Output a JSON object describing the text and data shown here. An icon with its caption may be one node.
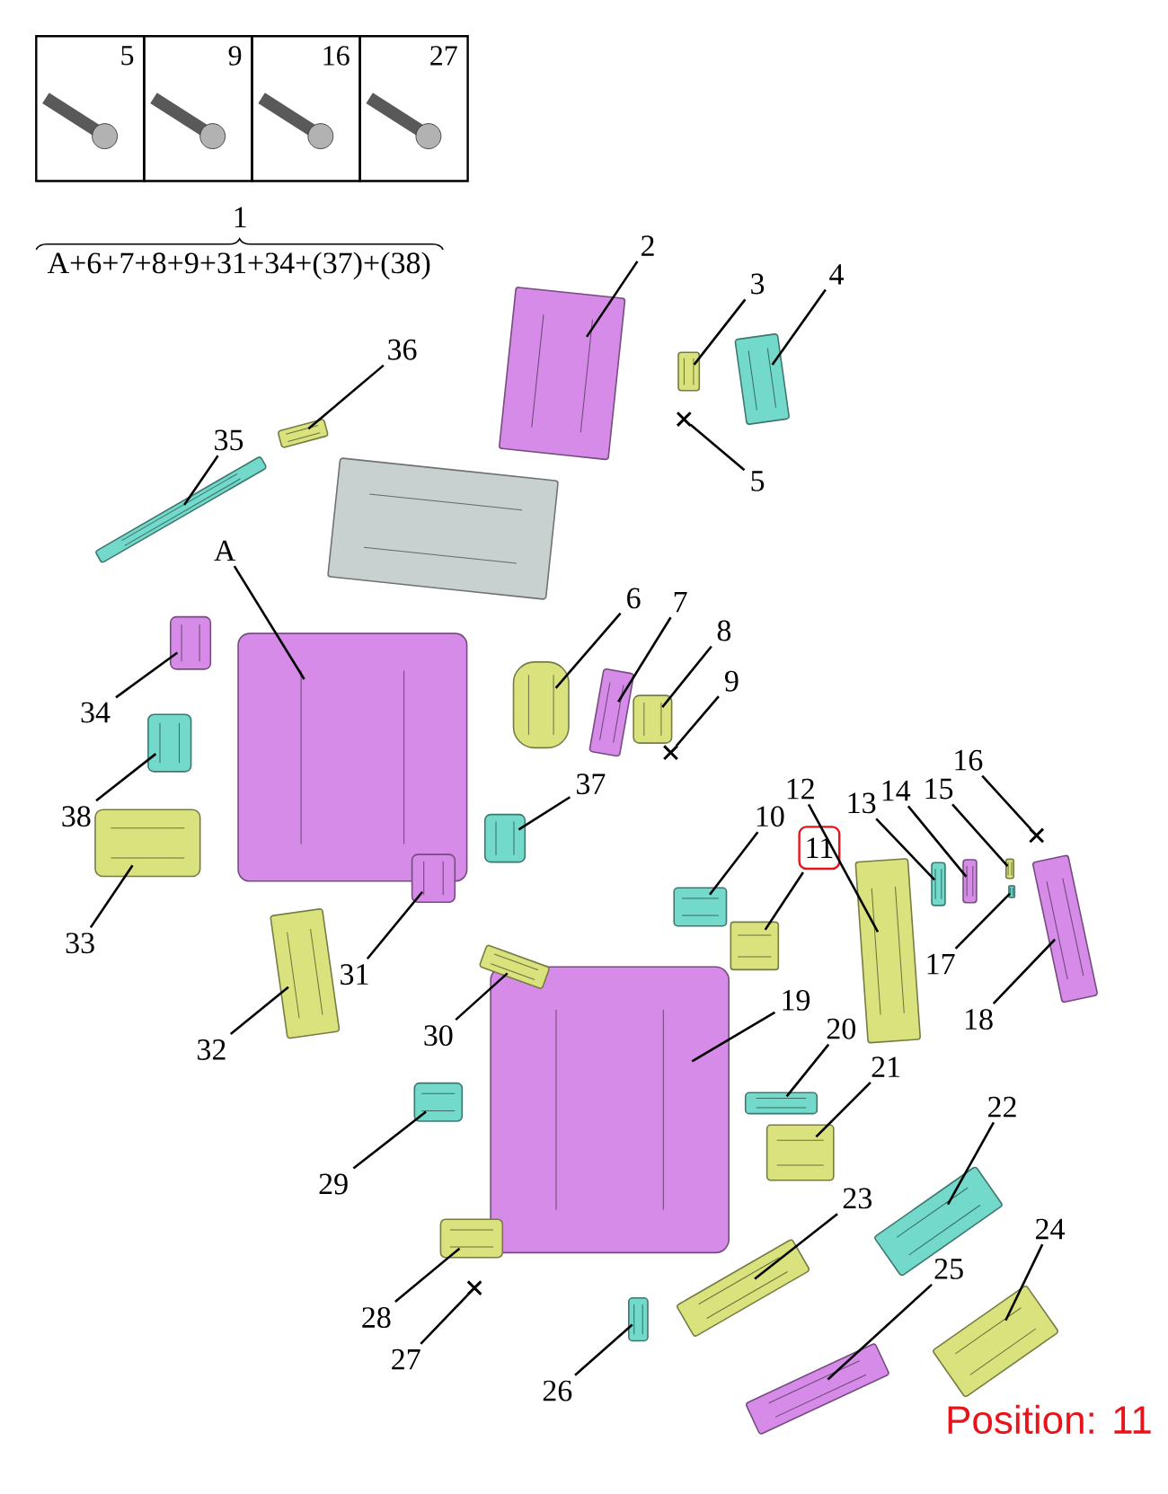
{
  "diagram": {
    "nodes": [
      {
        "text": [
          "2"
        ]
      },
      {
        "text": [
          "3"
        ]
      },
      {
        "text": [
          "4"
        ]
      },
      {
        "text": [
          "36"
        ]
      },
      {
        "text": [
          "35"
        ]
      },
      {
        "text": [
          "5"
        ]
      },
      {
        "text": [
          "A"
        ]
      },
      {
        "text": [
          "6"
        ]
      },
      {
        "text": [
          "7"
        ]
      },
      {
        "text": [
          "8"
        ]
      },
      {
        "text": [
          "9"
        ]
      },
      {
        "text": [
          "34"
        ]
      },
      {
        "text": [
          "16"
        ]
      },
      {
        "text": [
          "37"
        ]
      },
      {
        "text": [
          "12"
        ]
      },
      {
        "text": [
          "14"
        ]
      },
      {
        "text": [
          "15"
        ]
      },
      {
        "text": [
          "13"
        ]
      },
      {
        "text": [
          "38"
        ]
      },
      {
        "text": [
          "10"
        ]
      },
      {
        "text": [
          "11"
        ]
      },
      {
        "text": [
          "33"
        ]
      },
      {
        "text": [
          "17"
        ]
      },
      {
        "text": [
          "31"
        ]
      },
      {
        "text": [
          "19"
        ]
      },
      {
        "text": [
          "18"
        ]
      },
      {
        "text": [
          "20"
        ]
      },
      {
        "text": [
          "30"
        ]
      },
      {
        "text": [
          "32"
        ]
      },
      {
        "text": [
          "21"
        ]
      },
      {
        "text": [
          "22"
        ]
      },
      {
        "text": [
          "29"
        ]
      },
      {
        "text": [
          "23"
        ]
      },
      {
        "text": [
          "24"
        ]
      },
      {
        "text": [
          "25"
        ]
      },
      {
        "text": [
          "28"
        ]
      },
      {
        "text": [
          "27"
        ]
      },
      {
        "text": [
          "26"
        ]
      },
      {
        "text": [],
        "shape": "picture"
      },
      {
        "text": [],
        "shape": "picture"
      },
      {
        "text": [],
        "shape": "picture"
      },
      {
        "text": [],
        "shape": "picture"
      },
      {
        "text": [],
        "shape": "picture"
      },
      {
        "text": [],
        "shape": "cross"
      },
      {
        "text": [],
        "shape": "picture"
      },
      {
        "text": [],
        "shape": "picture"
      },
      {
        "text": [],
        "shape": "picture"
      },
      {
        "text": [],
        "shape": "picture"
      },
      {
        "text": [],
        "shape": "cross"
      },
      {
        "text": [],
        "shape": "picture"
      },
      {
        "text": [],
        "shape": "cross"
      },
      {
        "text": [],
        "shape": "picture"
      },
      {
        "text": [],
        "shape": "picture"
      },
      {
        "text": [],
        "shape": "picture"
      },
      {
        "text": [],
        "shape": "picture"
      },
      {
        "text": [],
        "shape": "picture"
      },
      {
        "text": [],
        "shape": "picture"
      },
      {
        "text": [],
        "shape": "picture"
      },
      {
        "text": [],
        "shape": "picture"
      },
      {
        "text": [],
        "shape": "picture"
      },
      {
        "text": [],
        "shape": "picture"
      },
      {
        "text": [],
        "shape": "picture"
      },
      {
        "text": [],
        "shape": "picture"
      },
      {
        "text": [],
        "shape": "picture"
      },
      {
        "text": [],
        "shape": "picture"
      },
      {
        "text": [],
        "shape": "picture"
      },
      {
        "text": [],
        "shape": "picture"
      },
      {
        "text": [],
        "shape": "picture"
      },
      {
        "text": [],
        "shape": "picture"
      },
      {
        "text": [],
        "shape": "picture"
      },
      {
        "text": [],
        "shape": "picture"
      },
      {
        "text": [],
        "shape": "picture"
      },
      {
        "text": [],
        "shape": "picture"
      },
      {
        "text": [],
        "shape": "picture"
      },
      {
        "text": [],
        "shape": "cross"
      },
      {
        "text": [],
        "shape": "picture"
      },
      {
        "text": [],
        "shape": "picture"
      }
    ],
    "edges": [
      {
        "from": 0,
        "to": 38,
        "arrow": "none"
      },
      {
        "from": 1,
        "to": 39,
        "arrow": "none"
      },
      {
        "from": 2,
        "to": 40,
        "arrow": "none"
      },
      {
        "from": 3,
        "to": 41,
        "arrow": "none"
      },
      {
        "from": 4,
        "to": 42,
        "arrow": "none"
      },
      {
        "from": 5,
        "to": 43,
        "arrow": "none"
      },
      {
        "from": 6,
        "to": 44,
        "arrow": "none"
      },
      {
        "from": 7,
        "to": 45,
        "arrow": "none"
      },
      {
        "from": 8,
        "to": 46,
        "arrow": "none"
      },
      {
        "from": 9,
        "to": 47,
        "arrow": "none"
      },
      {
        "from": 10,
        "to": 48,
        "arrow": "none"
      },
      {
        "from": 11,
        "to": 49,
        "arrow": "none"
      },
      {
        "from": 12,
        "to": 50,
        "arrow": "none"
      },
      {
        "from": 13,
        "to": 51,
        "arrow": "none"
      },
      {
        "from": 14,
        "to": 52,
        "arrow": "none"
      },
      {
        "from": 15,
        "to": 53,
        "arrow": "none"
      },
      {
        "from": 16,
        "to": 54,
        "arrow": "none"
      },
      {
        "from": 17,
        "to": 55,
        "arrow": "none"
      },
      {
        "from": 18,
        "to": 56,
        "arrow": "none"
      },
      {
        "from": 19,
        "to": 57,
        "arrow": "none"
      },
      {
        "from": 20,
        "to": 58,
        "arrow": "none"
      },
      {
        "from": 21,
        "to": 59,
        "arrow": "none"
      },
      {
        "from": 22,
        "to": 60,
        "arrow": "none"
      },
      {
        "from": 23,
        "to": 61,
        "arrow": "none"
      },
      {
        "from": 24,
        "to": 62,
        "arrow": "none"
      },
      {
        "from": 25,
        "to": 63,
        "arrow": "none"
      },
      {
        "from": 26,
        "to": 64,
        "arrow": "none"
      },
      {
        "from": 27,
        "to": 65,
        "arrow": "none"
      },
      {
        "from": 28,
        "to": 66,
        "arrow": "none"
      },
      {
        "from": 29,
        "to": 67,
        "arrow": "none"
      },
      {
        "from": 30,
        "to": 68,
        "arrow": "none"
      },
      {
        "from": 31,
        "to": 69,
        "arrow": "none"
      },
      {
        "from": 32,
        "to": 70,
        "arrow": "none"
      },
      {
        "from": 33,
        "to": 71,
        "arrow": "none"
      },
      {
        "from": 34,
        "to": 72,
        "arrow": "none"
      },
      {
        "from": 35,
        "to": 73,
        "arrow": "none"
      },
      {
        "from": 36,
        "to": 74,
        "arrow": "none"
      },
      {
        "from": 37,
        "to": 75,
        "arrow": "none"
      }
    ],
    "labels": [
      "5",
      "9",
      "16",
      "27",
      "1",
      "A+6+7+8+9+31+34+(37)+(38)",
      "Position: 11"
    ]
  }
}
